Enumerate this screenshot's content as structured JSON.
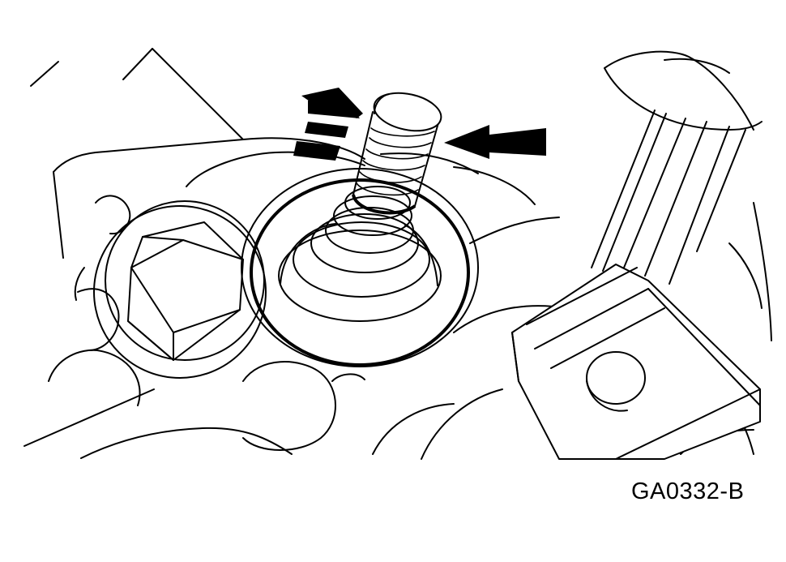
{
  "figure": {
    "code": "GA0332-B"
  },
  "parts": [
    {
      "name": "hex-bolt-icon"
    },
    {
      "name": "threaded-stud-icon"
    },
    {
      "name": "o-ring-seal-icon"
    },
    {
      "name": "bracket-icon"
    }
  ],
  "arrows": [
    {
      "name": "direction-arrow",
      "kind": "removal direction (up-left)"
    },
    {
      "name": "pointer-arrow",
      "kind": "points to stud"
    }
  ]
}
